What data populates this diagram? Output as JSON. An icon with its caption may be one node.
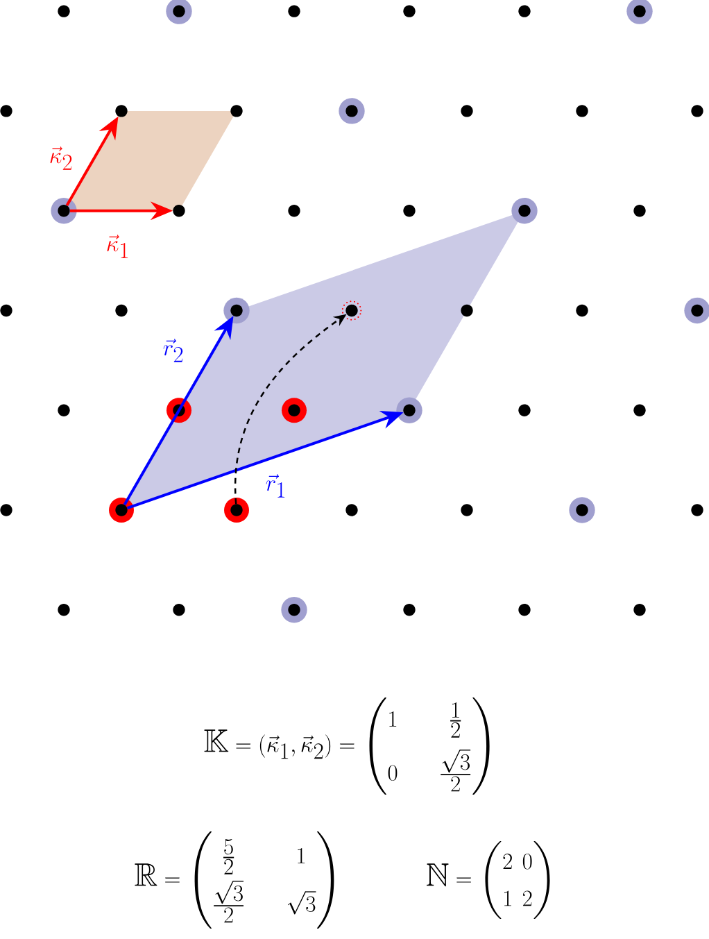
{
  "diagram": {
    "nodes": [
      {
        "text": [],
        "shape": "circle"
      },
      {
        "text": [],
        "shape": "circle"
      },
      {
        "text": [],
        "shape": "circle"
      },
      {
        "text": [],
        "shape": "circle"
      },
      {
        "text": [],
        "shape": "circle"
      },
      {
        "text": [],
        "shape": "circle"
      },
      {
        "text": [],
        "shape": "circle"
      },
      {
        "text": [],
        "shape": "circle"
      },
      {
        "text": [],
        "shape": "circle"
      },
      {
        "text": [],
        "shape": "circle"
      },
      {
        "text": [],
        "shape": "circle"
      },
      {
        "text": [],
        "shape": "circle"
      },
      {
        "text": [],
        "shape": "circle"
      },
      {
        "text": [],
        "shape": "circle"
      },
      {
        "text": [],
        "shape": "circle"
      },
      {
        "text": [],
        "shape": "circle"
      },
      {
        "text": [],
        "shape": "circle"
      },
      {
        "text": [],
        "shape": "circle"
      },
      {
        "text": [],
        "shape": "circle"
      },
      {
        "text": [],
        "shape": "circle"
      },
      {
        "text": [],
        "shape": "circle"
      },
      {
        "text": [],
        "shape": "circle"
      },
      {
        "text": [],
        "shape": "circle"
      },
      {
        "text": [],
        "shape": "circle"
      },
      {
        "text": [],
        "shape": "circle"
      },
      {
        "text": [],
        "shape": "circle"
      },
      {
        "text": [],
        "shape": "circle"
      },
      {
        "text": [],
        "shape": "circle"
      },
      {
        "text": [],
        "shape": "circle"
      },
      {
        "text": [],
        "shape": "circle"
      },
      {
        "text": [],
        "shape": "circle"
      },
      {
        "text": [],
        "shape": "circle"
      },
      {
        "text": [],
        "shape": "circle"
      },
      {
        "text": [],
        "shape": "circle"
      },
      {
        "text": [],
        "shape": "circle"
      },
      {
        "text": [],
        "shape": "circle"
      },
      {
        "text": [],
        "shape": "circle"
      },
      {
        "text": [],
        "shape": "circle"
      },
      {
        "text": [],
        "shape": "circle"
      },
      {
        "text": [],
        "shape": "circle"
      },
      {
        "text": [],
        "shape": "circle"
      },
      {
        "text": [],
        "shape": "circle"
      },
      {
        "text": [],
        "shape": "circle"
      },
      {
        "text": [],
        "shape": "circle"
      },
      {
        "text": [],
        "shape": "circle"
      }
    ],
    "edges": [
      {
        "from": 13,
        "to": 14,
        "arrow": "to",
        "label": "\\vec{\\kappa}_1",
        "color": "#ff0000"
      },
      {
        "from": 13,
        "to": 7,
        "arrow": "to",
        "label": "\\vec{\\kappa}_2",
        "color": "#ff0000"
      },
      {
        "from": 33,
        "to": 29,
        "arrow": "to",
        "label": "\\vec{r}_1",
        "color": "#0000ff"
      },
      {
        "from": 33,
        "to": 21,
        "arrow": "to",
        "label": "\\vec{r}_2",
        "color": "#0000ff"
      },
      {
        "from": 34,
        "to": 22,
        "arrow": "to",
        "style": "dashed",
        "color": "#000000"
      }
    ],
    "labels": [
      "\\mathbb{K} = (\\vec{\\kappa}_1, \\vec{\\kappa}_2) = \\begin{pmatrix} 1 & \\quad\\frac{1}{2} \\\\[12pt] 0 & \\quad\\frac{\\sqrt{3}}{2} \\end{pmatrix}",
      "\\mathbb{R} = \\begin{pmatrix} \\frac{5}{2} & \\quad 1 \\\\[6pt] \\frac{\\sqrt{3}}{2} & \\quad\\sqrt{3} \\end{pmatrix}",
      "\\mathbb{N} = \\begin{pmatrix} 2 & 0 \\\\ 1 & 2 \\end{pmatrix}"
    ]
  }
}
